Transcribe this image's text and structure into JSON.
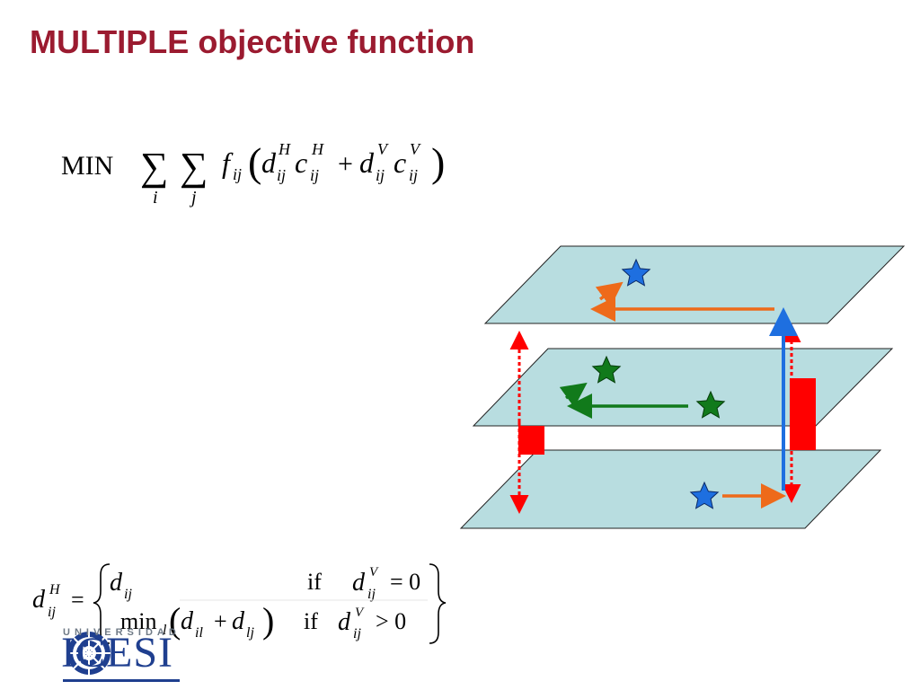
{
  "slide": {
    "title": "MULTIPLE objective function"
  },
  "objective": {
    "min_label": "MIN",
    "sum_index_i": "i",
    "sum_index_j": "j",
    "f": "f",
    "d": "d",
    "c": "c",
    "sub_ij": "ij",
    "sup_H": "H",
    "sup_V": "V",
    "plus": "+"
  },
  "definition": {
    "lhs_d": "d",
    "lhs_sub": "ij",
    "lhs_sup": "H",
    "equals": "=",
    "case1_value": "d",
    "case1_sub": "ij",
    "case1_if": "if",
    "case1_cond_sub": "ij",
    "case1_cond_sup": "V",
    "case1_cond_op": "= 0",
    "case2_min": "min",
    "case2_min_sub": "l",
    "case2_d1_sub": "il",
    "case2_plus": "+",
    "case2_d2_sub": "lj",
    "case2_if": "if",
    "case2_cond_sub": "ij",
    "case2_cond_sup": "V",
    "case2_cond_op": "> 0"
  },
  "logo": {
    "subtitle": "UNIVERSIDAD",
    "name": "ICESI"
  },
  "colors": {
    "title": "#9b1b30",
    "plane_fill": "#b8dde0",
    "blue": "#1e6fe0",
    "orange": "#ee6a1a",
    "green": "#117a1b",
    "red": "#ff0000",
    "logo_blue": "#1f3f8f"
  }
}
